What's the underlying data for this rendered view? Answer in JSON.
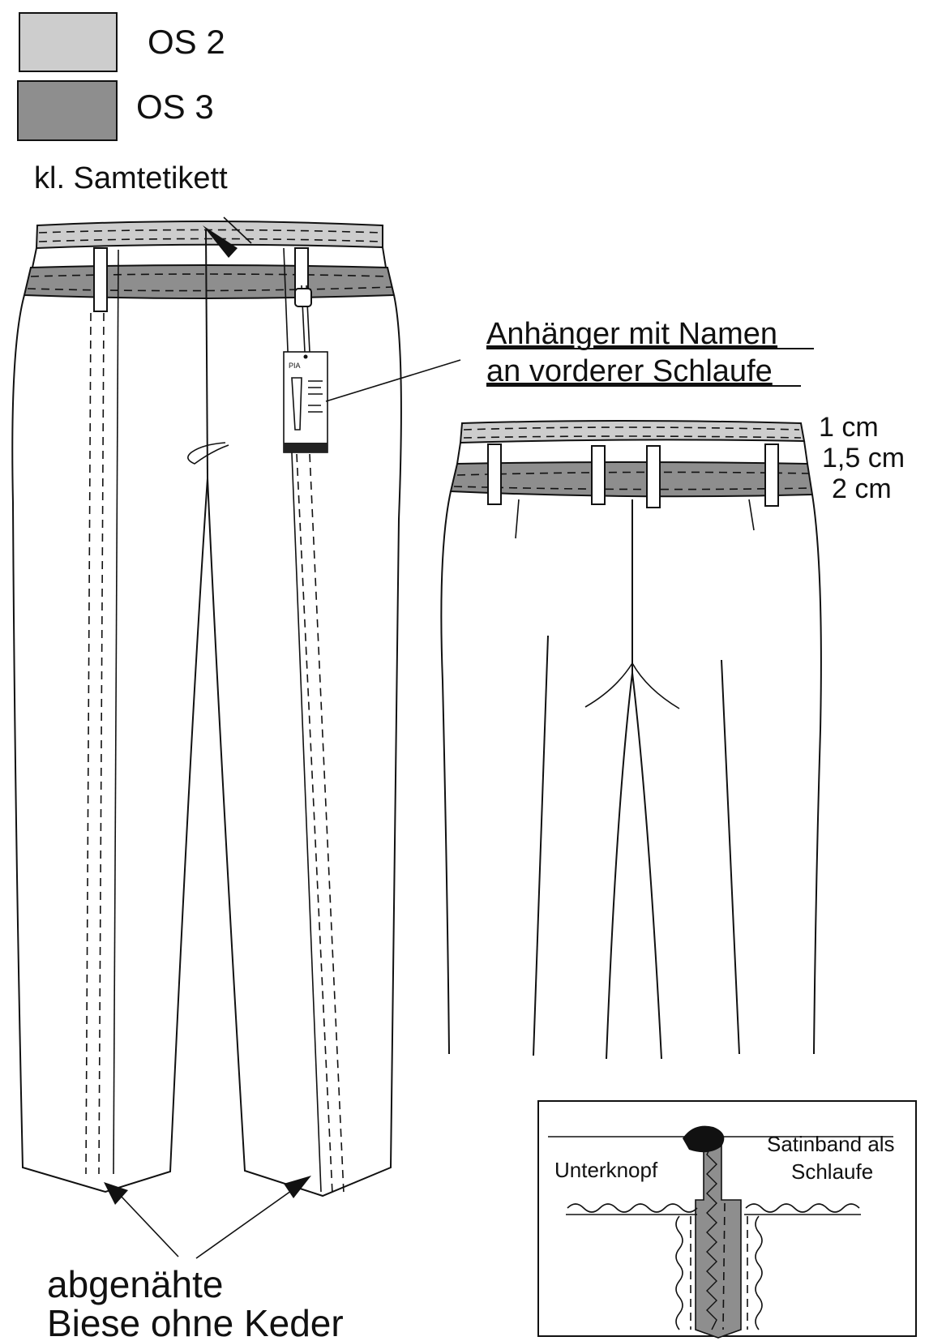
{
  "legend": {
    "items": [
      {
        "label": "OS 2",
        "color": "#cdcdcd"
      },
      {
        "label": "OS 3",
        "color": "#8e8e8e"
      }
    ]
  },
  "callouts": {
    "label_tag": "kl. Samtetikett",
    "hanger_line1": "Anhänger mit Namen",
    "hanger_line2": "an vorderer Schlaufe",
    "pintuck_line1": "abgenähte",
    "pintuck_line2": "Biese ohne Keder"
  },
  "measurements": [
    "1 cm",
    "1,5 cm",
    "2 cm"
  ],
  "hang_tag": {
    "title": "PIA"
  },
  "detail": {
    "left_label": "Unterknopf",
    "right_label_line1": "Satinband als",
    "right_label_line2": "Schlaufe"
  },
  "colors": {
    "os2": "#cdcdcd",
    "os3": "#8e8e8e",
    "line": "#111111"
  }
}
